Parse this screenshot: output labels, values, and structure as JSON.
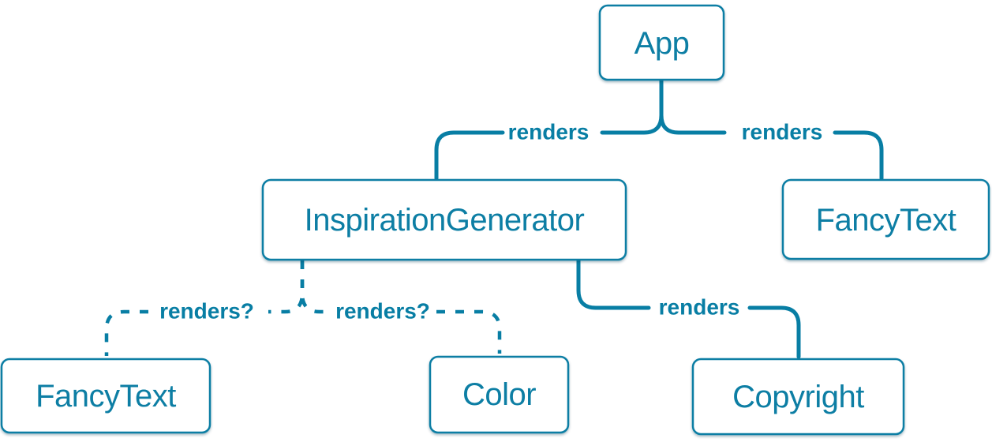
{
  "diagram": {
    "accent_color": "#087EA4",
    "background_color": "#FFFFFF",
    "nodes": [
      {
        "id": "app",
        "label": "App"
      },
      {
        "id": "inspiration-generator",
        "label": "InspirationGenerator"
      },
      {
        "id": "fancy-text-top",
        "label": "FancyText"
      },
      {
        "id": "fancy-text-bottom",
        "label": "FancyText"
      },
      {
        "id": "color",
        "label": "Color"
      },
      {
        "id": "copyright",
        "label": "Copyright"
      }
    ],
    "edges": [
      {
        "from": "App",
        "to": "InspirationGenerator",
        "label": "renders",
        "style": "solid"
      },
      {
        "from": "App",
        "to": "FancyText",
        "label": "renders",
        "style": "solid"
      },
      {
        "from": "InspirationGenerator",
        "to": "FancyText",
        "label": "renders?",
        "style": "dashed"
      },
      {
        "from": "InspirationGenerator",
        "to": "Color",
        "label": "renders?",
        "style": "dashed"
      },
      {
        "from": "InspirationGenerator",
        "to": "Copyright",
        "label": "renders",
        "style": "solid"
      }
    ]
  }
}
